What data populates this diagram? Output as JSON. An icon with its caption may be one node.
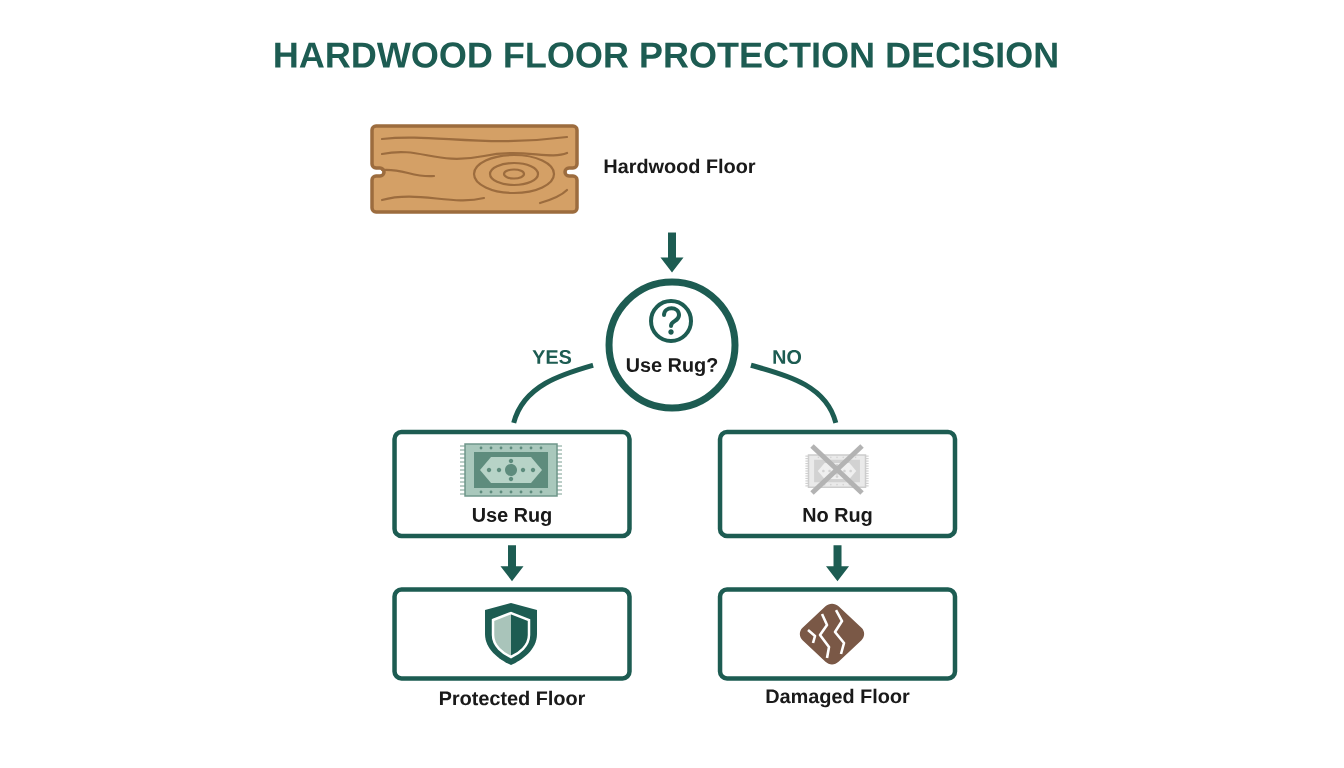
{
  "diagram": {
    "title": "HARDWOOD FLOOR PROTECTION DECISION",
    "nodes": [
      {
        "text": [],
        "shape": "picture",
        "beside": [
          "Hardwood Floor"
        ]
      },
      {
        "text": [
          "Use Rug?"
        ]
      },
      {
        "text": [
          "Use Rug"
        ]
      },
      {
        "text": [
          "No Rug"
        ]
      },
      {
        "text": [
          "Protected Floor"
        ]
      },
      {
        "text": [
          "Damaged Floor"
        ]
      }
    ],
    "edges": [
      {
        "from": null,
        "to": 1,
        "arrow": "to"
      },
      {
        "from": 1,
        "to": 2,
        "arrow": "none",
        "label": "YES"
      },
      {
        "from": 1,
        "to": 3,
        "arrow": "none",
        "label": "NO"
      },
      {
        "from": 2,
        "to": 4,
        "arrow": "to"
      },
      {
        "from": 3,
        "to": 5,
        "arrow": "to"
      }
    ]
  }
}
